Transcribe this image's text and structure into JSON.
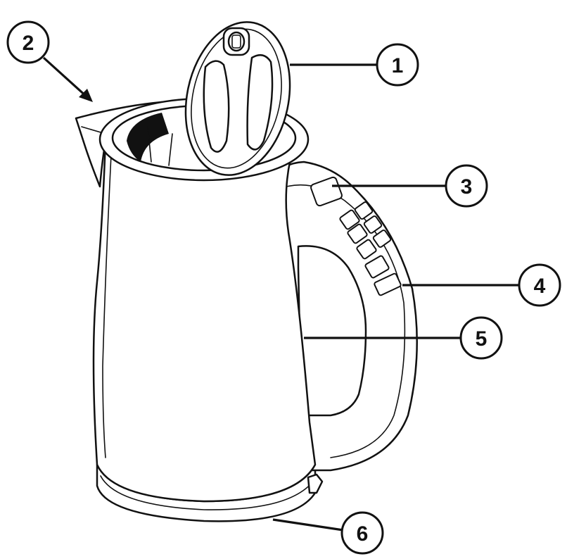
{
  "callouts": [
    {
      "id": "callout-1",
      "label": "1"
    },
    {
      "id": "callout-2",
      "label": "2"
    },
    {
      "id": "callout-3",
      "label": "3"
    },
    {
      "id": "callout-4",
      "label": "4"
    },
    {
      "id": "callout-5",
      "label": "5"
    },
    {
      "id": "callout-6",
      "label": "6"
    }
  ],
  "colors": {
    "line": "#111111",
    "background": "#ffffff"
  }
}
